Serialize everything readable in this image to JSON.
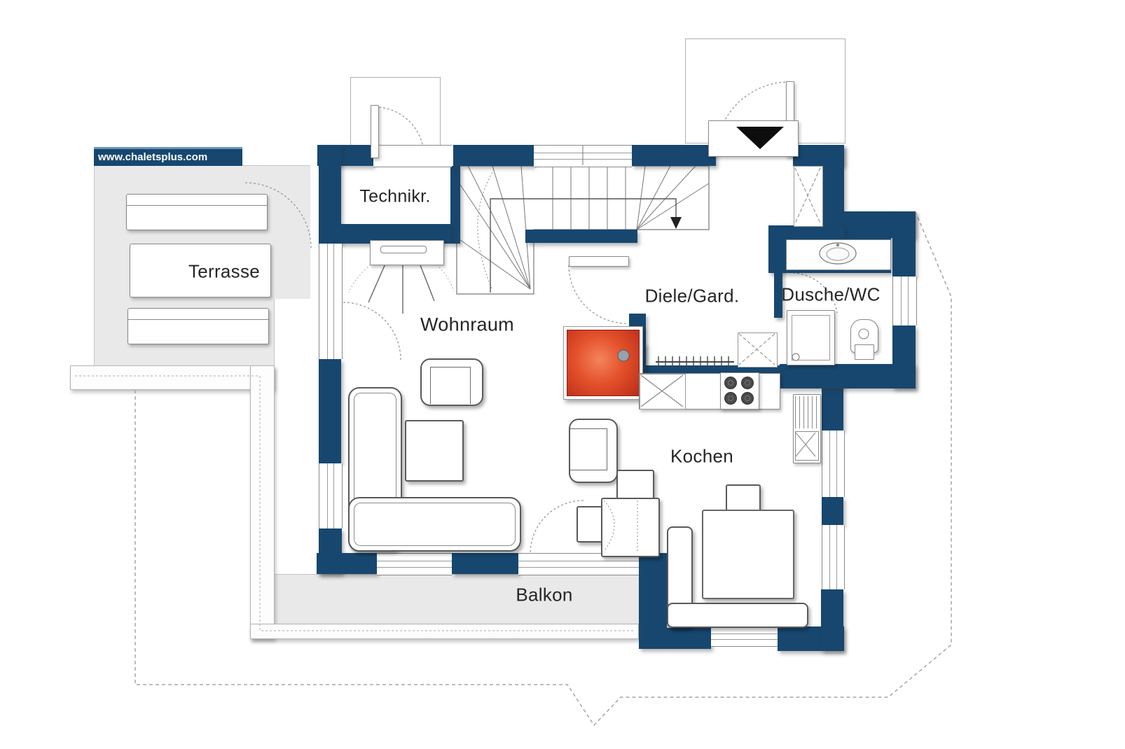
{
  "banner": {
    "url": "www.chaletsplus.com"
  },
  "labels": {
    "terrasse": "Terrasse",
    "technikraum": "Technikr.",
    "wohnraum": "Wohnraum",
    "diele_garderobe": "Diele/Gard.",
    "dusche_wc": "Dusche/WC",
    "kochen": "Kochen",
    "balkon": "Balkon"
  },
  "icons": {
    "entrance_arrow": "triangle-down",
    "stairs_direction_arrow": "arrow-down"
  },
  "colors": {
    "wall": "#17476f",
    "banner_edge": "#6d95ba",
    "outdoor": "#e9e9e9",
    "fire_center": "#f2855c",
    "fire_mid": "#e4512b",
    "fire_edge": "#b92c18",
    "line": "#8a8a8a",
    "text": "#262626"
  }
}
